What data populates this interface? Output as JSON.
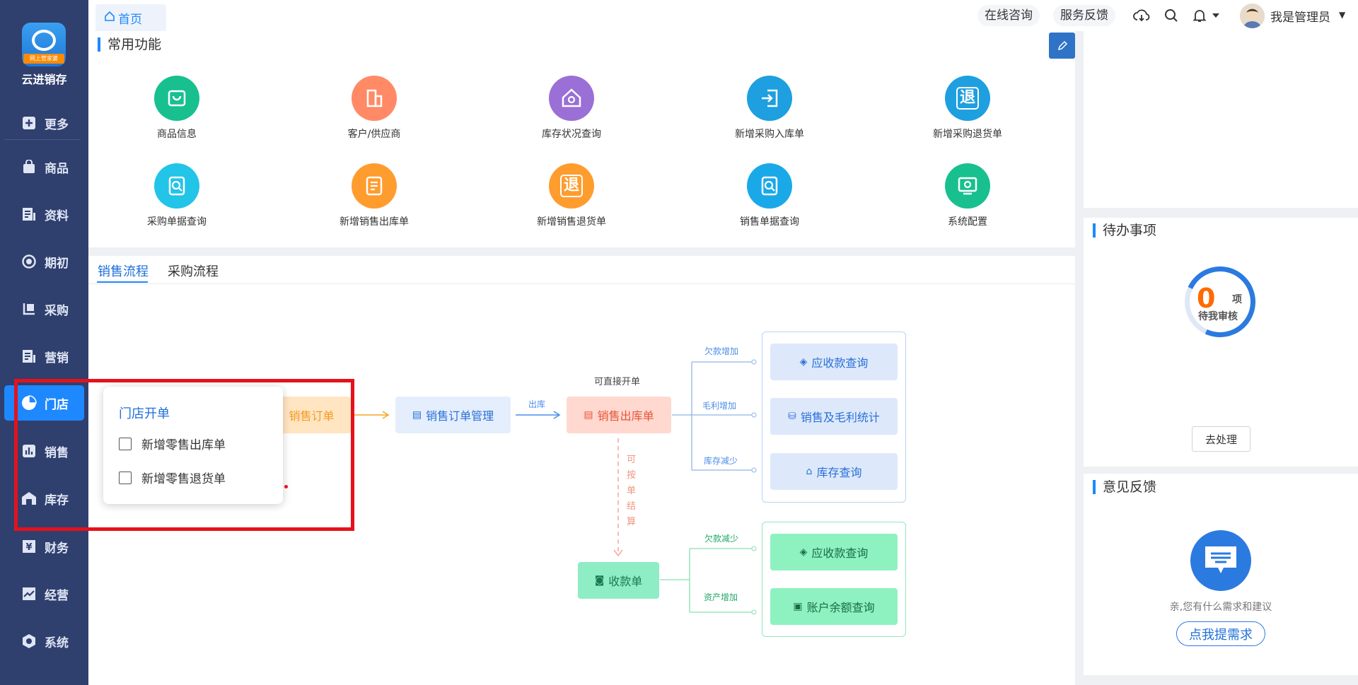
{
  "app": {
    "brand": "云进销存",
    "logo_tag": "网上管家婆"
  },
  "sidebar": {
    "items": [
      {
        "label": "更多",
        "icon": "plus-square-icon"
      },
      {
        "label": "商品",
        "icon": "bag-icon"
      },
      {
        "label": "资料",
        "icon": "document-icon"
      },
      {
        "label": "期初",
        "icon": "target-icon"
      },
      {
        "label": "采购",
        "icon": "cart-icon"
      },
      {
        "label": "营销",
        "icon": "list-icon"
      },
      {
        "label": "门店",
        "icon": "pie-chart-icon"
      },
      {
        "label": "销售",
        "icon": "bar-chart-icon"
      },
      {
        "label": "库存",
        "icon": "warehouse-icon"
      },
      {
        "label": "财务",
        "icon": "yen-icon"
      },
      {
        "label": "经营",
        "icon": "trend-icon"
      },
      {
        "label": "系统",
        "icon": "hexagon-icon"
      }
    ],
    "active": "门店"
  },
  "topbar": {
    "tab_home": "首页",
    "online_consult": "在线咨询",
    "service_feedback": "服务反馈",
    "user_name": "我是管理员"
  },
  "common_functions": {
    "title": "常用功能",
    "items": [
      {
        "label": "商品信息",
        "color": "#18c08f",
        "icon": "bag-icon"
      },
      {
        "label": "客户/供应商",
        "color": "#ff8a65",
        "icon": "building-icon"
      },
      {
        "label": "库存状况查询",
        "color": "#9a6fd6",
        "icon": "home-search-icon"
      },
      {
        "label": "新增采购入库单",
        "color": "#1e9fe0",
        "icon": "login-icon"
      },
      {
        "label": "新增采购退货单",
        "color": "#1e9fe0",
        "icon": "return-cart-icon",
        "glyph": "退"
      },
      {
        "label": "采购单据查询",
        "color": "#22c4e8",
        "icon": "doc-search-icon"
      },
      {
        "label": "新增销售出库单",
        "color": "#ff9c2e",
        "icon": "doc-out-icon"
      },
      {
        "label": "新增销售退货单",
        "color": "#ff9c2e",
        "icon": "doc-return-icon",
        "glyph": "退"
      },
      {
        "label": "销售单据查询",
        "color": "#1aa9e8",
        "icon": "doc-search-icon"
      },
      {
        "label": "系统配置",
        "color": "#18c08f",
        "icon": "settings-screen-icon"
      }
    ]
  },
  "flow": {
    "tabs": [
      "销售流程",
      "采购流程"
    ],
    "active_tab": "销售流程",
    "sales_order": "销售订单",
    "order_manage": "销售订单管理",
    "out_label": "出库",
    "direct_label": "可直接开单",
    "sales_out": "销售出库单",
    "settle_label": "可按单结算",
    "receipt": "收款单",
    "top_labels": [
      "欠款增加",
      "毛利增加",
      "库存减少"
    ],
    "top_targets": [
      "应收款查询",
      "销售及毛利统计",
      "库存查询"
    ],
    "bottom_labels": [
      "欠款减少",
      "资产增加"
    ],
    "bottom_targets": [
      "应收款查询",
      "账户余额查询"
    ]
  },
  "popup": {
    "title": "门店开单",
    "items": [
      "新增零售出库单",
      "新增零售退货单"
    ]
  },
  "pending": {
    "title": "待办事项",
    "count": "0",
    "unit": "项",
    "sub": "待我审核",
    "button": "去处理"
  },
  "feedback": {
    "title": "意见反馈",
    "text": "亲,您有什么需求和建议",
    "button": "点我提需求"
  },
  "colors": {
    "sidebar": "#2f3f6e",
    "accent": "#1e88ff",
    "highlight": "#e5121b"
  }
}
